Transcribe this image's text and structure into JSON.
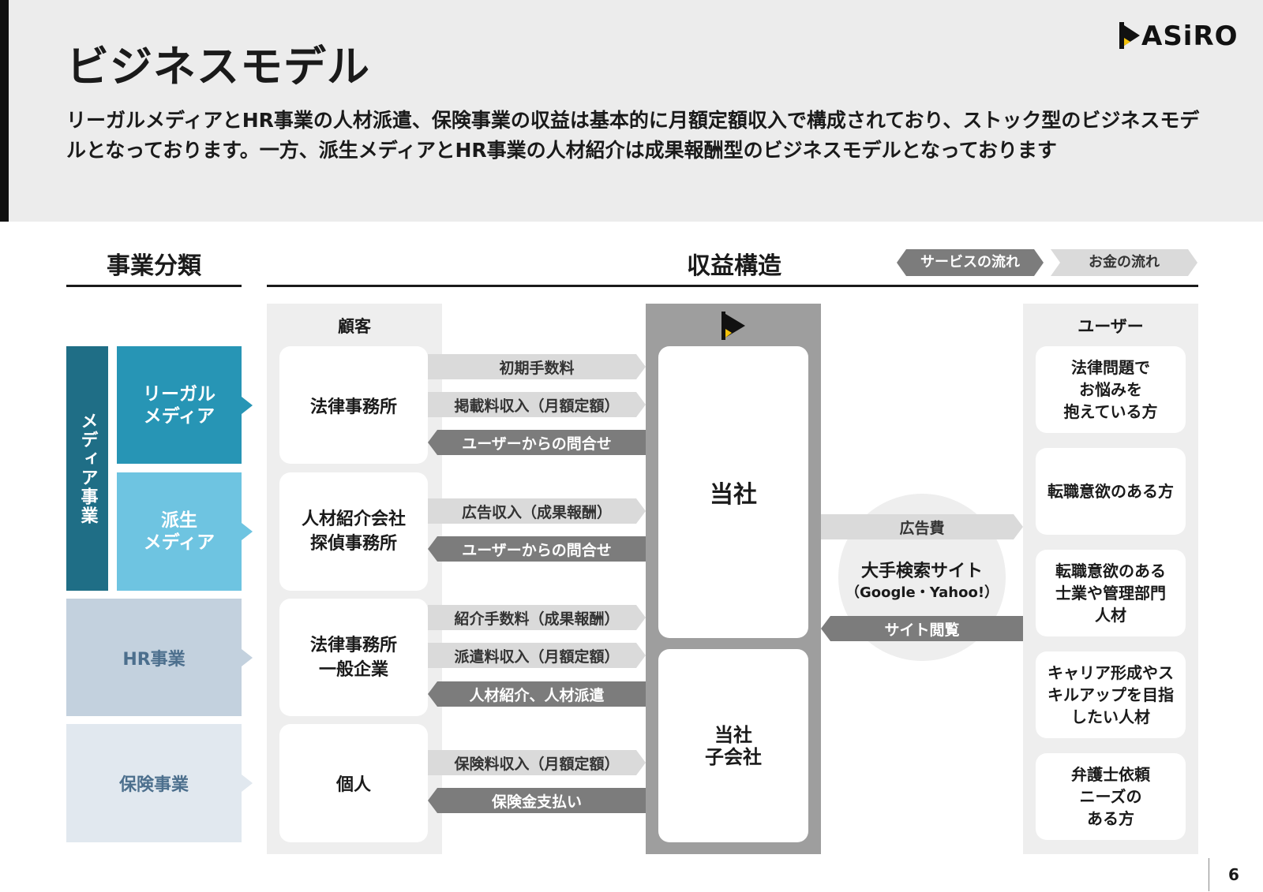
{
  "page": {
    "title": "ビジネスモデル",
    "intro": "リーガルメディアとHR事業の人材派遣、保険事業の収益は基本的に月額定額収入で構成されており、ストック型のビジネスモデルとなっております。一方、派生メディアとHR事業の人材紹介は成果報酬型のビジネスモデルとなっております",
    "page_number": "6",
    "logo_text": "ASiRO"
  },
  "sections": {
    "business_category": "事業分類",
    "revenue_structure": "収益構造"
  },
  "legend": {
    "service_flow": "サービスの流れ",
    "money_flow": "お金の流れ"
  },
  "categories": {
    "media_business": "メディア事業",
    "legal_media": "リーガル\nメディア",
    "derived_media": "派生\nメディア",
    "hr_business": "HR事業",
    "insurance_business": "保険事業"
  },
  "customers": {
    "header": "顧客",
    "items": [
      "法律事務所",
      "人材紹介会社\n探偵事務所",
      "法律事務所\n一般企業",
      "個人"
    ]
  },
  "company": {
    "main": "当社",
    "subsidiary": "当社\n子会社"
  },
  "flows_left": {
    "legal": [
      "初期手数料",
      "掲載料収入（月額定額）",
      "ユーザーからの問合せ"
    ],
    "derived": [
      "広告収入（成果報酬）",
      "ユーザーからの問合せ"
    ],
    "hr": [
      "紹介手数料（成果報酬）",
      "派遣料収入（月額定額）",
      "人材紹介、人材派遣"
    ],
    "insurance": [
      "保険料収入（月額定額）",
      "保険金支払い"
    ]
  },
  "search": {
    "ad_fee": "広告費",
    "name": "大手検索サイト",
    "examples": "（Google・Yahoo!）",
    "site_view": "サイト閲覧"
  },
  "users": {
    "header": "ユーザー",
    "items": [
      "法律問題で\nお悩みを\n抱えている方",
      "転職意欲のある方",
      "転職意欲のある\n士業や管理部門\n人材",
      "キャリア形成やス\nキルアップを目指\nしたい人材",
      "弁護士依頼\nニーズの\nある方"
    ]
  },
  "colors": {
    "media_dark": "#1f6e86",
    "legal_media": "#2795b5",
    "derived_media": "#6ec4e1",
    "hr": "#c3d1de",
    "insurance": "#e1e8ef",
    "service_arrow": "#dadada",
    "money_arrow": "#7c7c7c",
    "company_column": "#9e9e9e"
  }
}
